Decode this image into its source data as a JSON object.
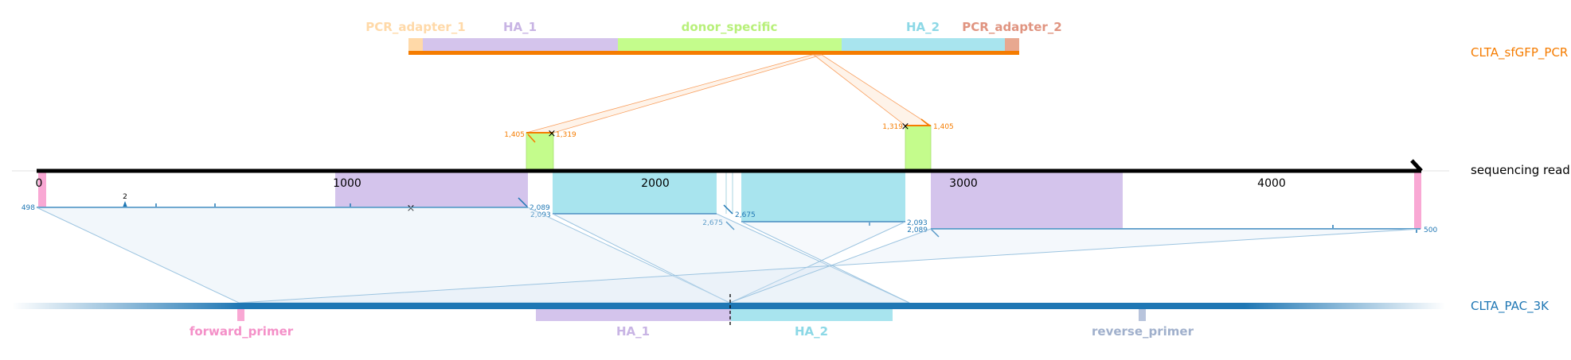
{
  "colors": {
    "pcr_adapter_1": "#ffd9a8",
    "ha_1": "#d4c4ec",
    "donor_specific": "#c4fc8c",
    "ha_2": "#a8e4ee",
    "pcr_adapter_2": "#e8a890",
    "orange": "#f57c00",
    "blue": "#1f77b4",
    "pink": "#f9a8d4",
    "reverse_primer": "#b8c4dc"
  },
  "top_track": {
    "name": "CLTA_sfGFP_PCR",
    "features": [
      "PCR_adapter_1",
      "HA_1",
      "donor_specific",
      "HA_2",
      "PCR_adapter_2"
    ],
    "left_junction_labels": [
      "1,405",
      "1,319"
    ],
    "right_junction_labels": [
      "1,319",
      "1,405"
    ]
  },
  "read_track": {
    "name": "sequencing read",
    "ticks": [
      "0",
      "1000",
      "2000",
      "3000",
      "4000"
    ],
    "labels": {
      "start": "498",
      "peak": "2",
      "seg1_a": "2,089",
      "seg1_b": "2,093",
      "seg2_a": "2,675",
      "seg2_b": "2,675",
      "seg3_a": "2,093",
      "seg3_b": "2,089",
      "end": "500"
    }
  },
  "bottom_track": {
    "name": "CLTA_PAC_3K",
    "features": [
      "forward_primer",
      "HA_1",
      "HA_2",
      "reverse_primer"
    ]
  }
}
